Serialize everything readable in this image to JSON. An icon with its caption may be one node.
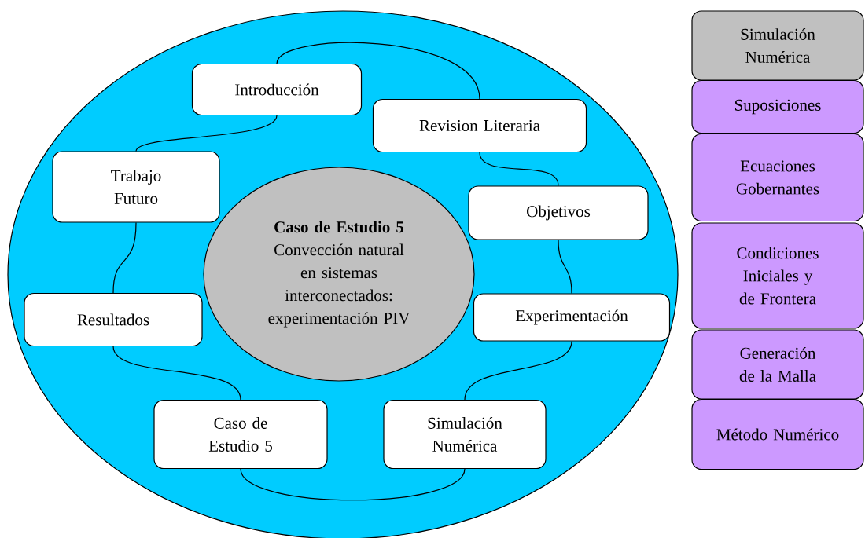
{
  "diagram": {
    "nodes": [
      {
        "text": [],
        "shape": "ellipse"
      },
      {
        "text": [
          "Introducción"
        ],
        "in": 0
      },
      {
        "text": [
          "Revision Literaria"
        ],
        "in": 0
      },
      {
        "text": [
          "Trabajo Futuro"
        ],
        "in": 0
      },
      {
        "text": [
          "Objetivos"
        ],
        "in": 0
      },
      {
        "text": [
          "Caso de Estudio 5",
          "Convección natural en sistemas interconectados: experimentación PIV"
        ],
        "in": 0
      },
      {
        "text": [
          "Resultados"
        ],
        "in": 0
      },
      {
        "text": [
          "Experimentación"
        ],
        "in": 0
      },
      {
        "text": [
          "Caso de Estudio 5"
        ],
        "in": 0
      },
      {
        "text": [
          "Simulación Numérica"
        ],
        "in": 0
      },
      {
        "text": [
          "Simulación Numérica"
        ]
      },
      {
        "text": [
          "Suposiciones"
        ]
      },
      {
        "text": [
          "Ecuaciones Gobernantes"
        ]
      },
      {
        "text": [
          "Condiciones Iniciales y de Frontera"
        ]
      },
      {
        "text": [
          "Generación de la Malla"
        ]
      },
      {
        "text": [
          "Método Numérico"
        ]
      }
    ],
    "edges": [
      {
        "from": 1,
        "to": 2,
        "arrow": "none"
      },
      {
        "from": 1,
        "to": 3,
        "arrow": "none"
      },
      {
        "from": 2,
        "to": 4,
        "arrow": "none"
      },
      {
        "from": 3,
        "to": 6,
        "arrow": "none"
      },
      {
        "from": 4,
        "to": 7,
        "arrow": "none"
      },
      {
        "from": 6,
        "to": 8,
        "arrow": "none"
      },
      {
        "from": 7,
        "to": 9,
        "arrow": "none"
      },
      {
        "from": 8,
        "to": 9,
        "arrow": "none"
      }
    ]
  }
}
